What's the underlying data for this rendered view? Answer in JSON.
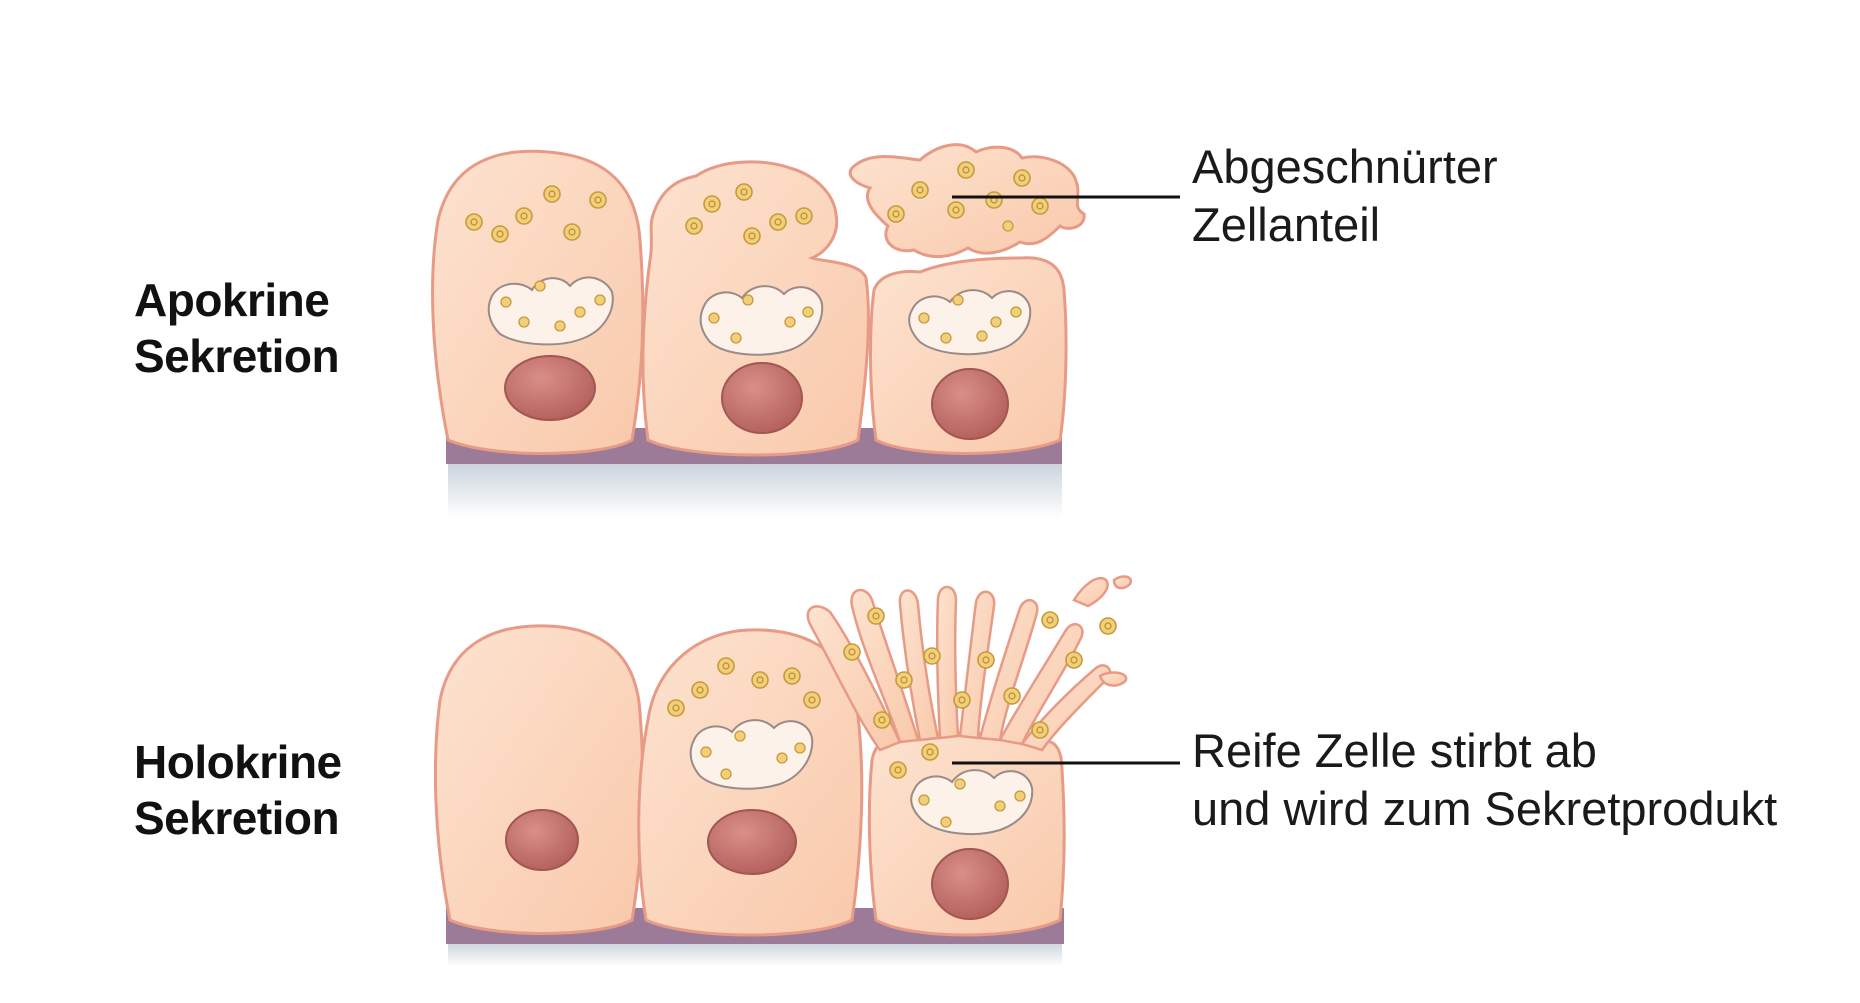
{
  "rows": [
    {
      "id": "apokrine",
      "label_line1": "Apokrine",
      "label_line2": "Sekretion"
    },
    {
      "id": "holokrine",
      "label_line1": "Holokrine",
      "label_line2": "Sekretion"
    }
  ],
  "callouts": [
    {
      "id": "abgeschnuerter",
      "line1": "Abgeschnürter",
      "line2": "Zellanteil"
    },
    {
      "id": "reife-zelle",
      "line1": "Reife Zelle stirbt ab",
      "line2": "und wird zum Sekretprodukt"
    }
  ],
  "colors": {
    "cell_fill": "#fbd3b8",
    "cell_stroke": "#e79a86",
    "nucleus": "#c06f6b",
    "granule": "#efc86a",
    "basement_membrane": "#9b7b98",
    "leader_line": "#111111"
  }
}
